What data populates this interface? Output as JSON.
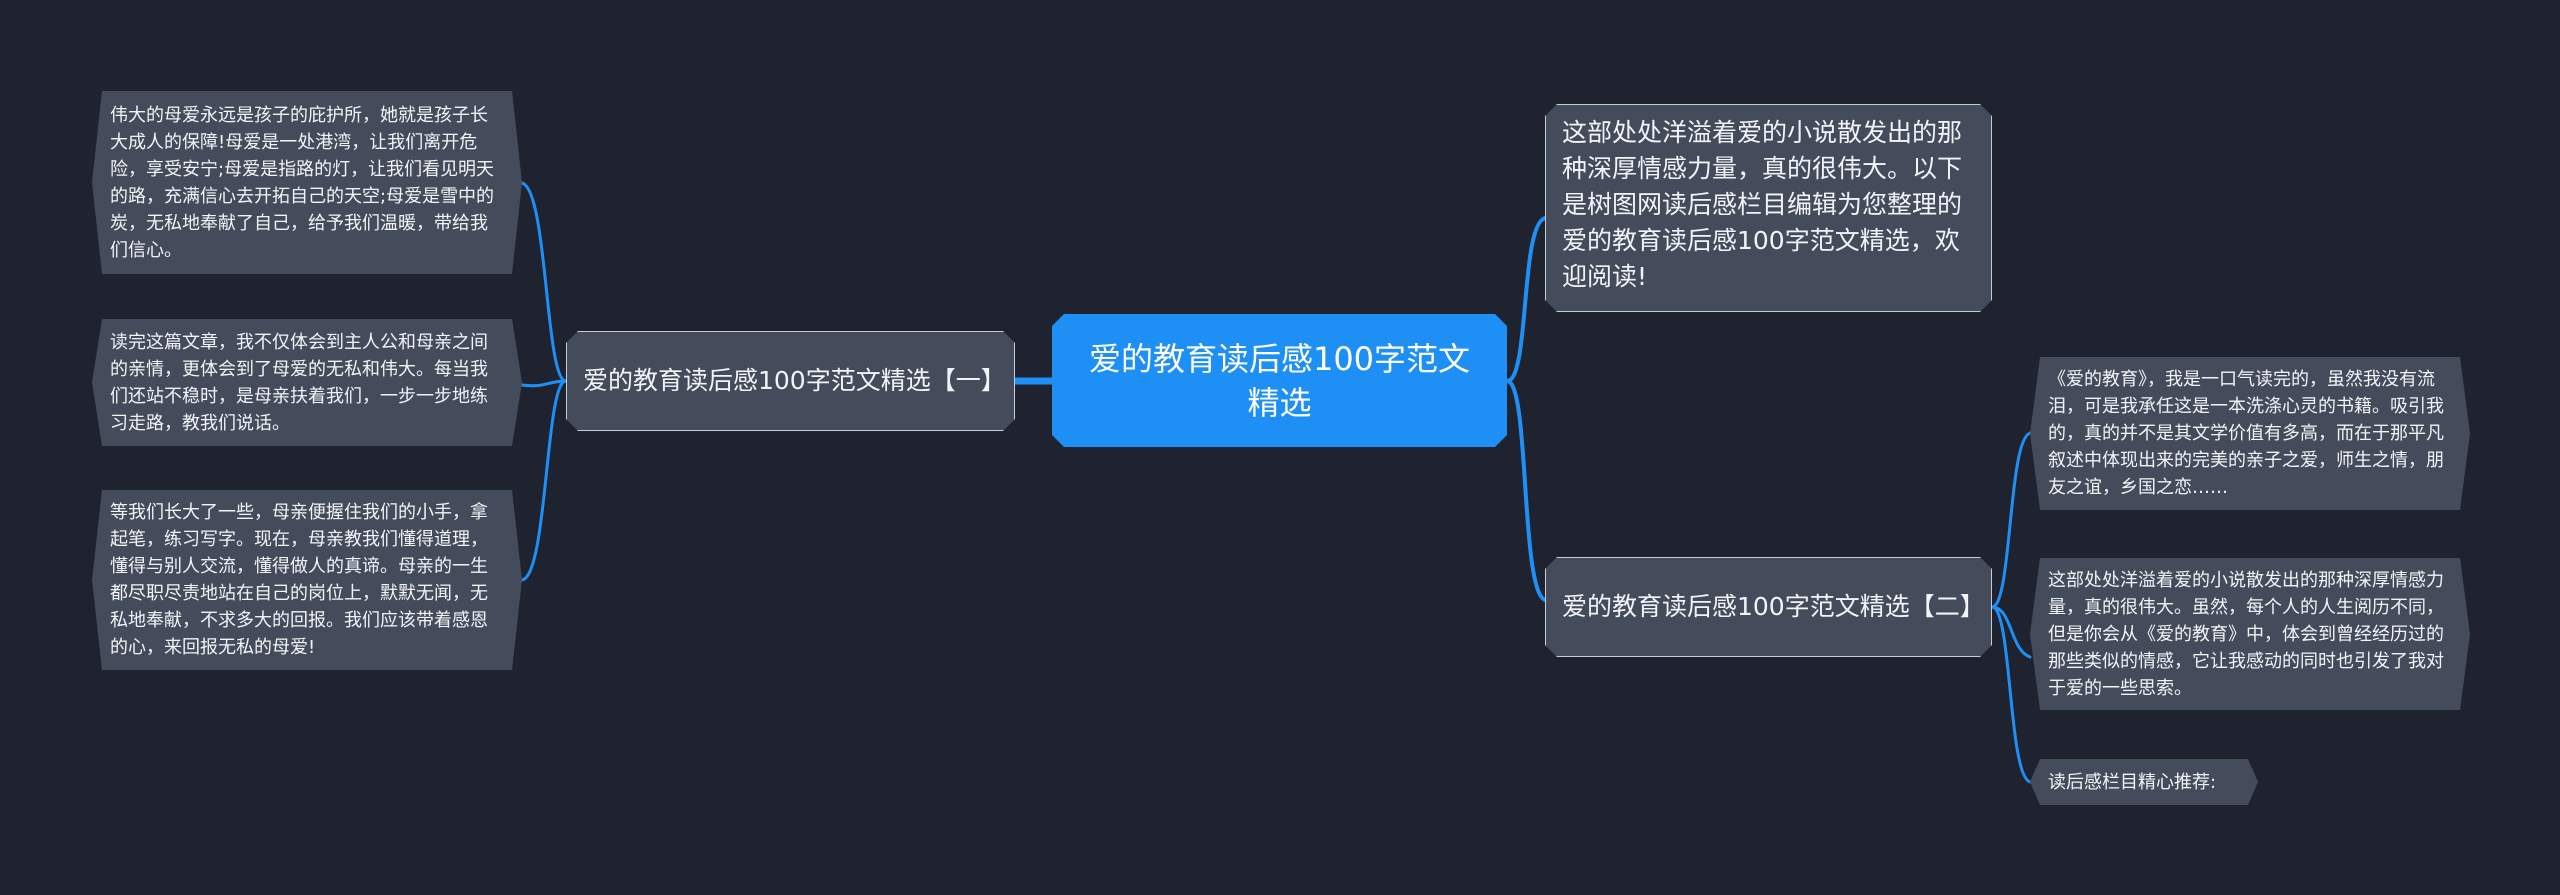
{
  "root": {
    "title": "爱的教育读后感100字范文精选"
  },
  "intro": {
    "text": "这部处处洋溢着爱的小说散发出的那种深厚情感力量，真的很伟大。以下是树图网读后感栏目编辑为您整理的爱的教育读后感100字范文精选，欢迎阅读!"
  },
  "left_branch": {
    "title": "爱的教育读后感100字范文精选【一】",
    "leaves": [
      {
        "text": "伟大的母爱永远是孩子的庇护所，她就是孩子长大成人的保障!母爱是一处港湾，让我们离开危险，享受安宁;母爱是指路的灯，让我们看见明天的路，充满信心去开拓自己的天空;母爱是雪中的炭，无私地奉献了自己，给予我们温暖，带给我们信心。"
      },
      {
        "text": "读完这篇文章，我不仅体会到主人公和母亲之间的亲情，更体会到了母爱的无私和伟大。每当我们还站不稳时，是母亲扶着我们，一步一步地练习走路，教我们说话。"
      },
      {
        "text": "等我们长大了一些，母亲便握住我们的小手，拿起笔，练习写字。现在，母亲教我们懂得道理，懂得与别人交流，懂得做人的真谛。母亲的一生都尽职尽责地站在自己的岗位上，默默无闻，无私地奉献，不求多大的回报。我们应该带着感恩的心，来回报无私的母爱!"
      }
    ]
  },
  "right_branch": {
    "title": "爱的教育读后感100字范文精选【二】",
    "leaves": [
      {
        "text": "《爱的教育》，我是一口气读完的，虽然我没有流泪，可是我承任这是一本洗涤心灵的书籍。吸引我的，真的并不是其文学价值有多高，而在于那平凡叙述中体现出来的完美的亲子之爱，师生之情，朋友之谊，乡国之恋……"
      },
      {
        "text": "这部处处洋溢着爱的小说散发出的那种深厚情感力量，真的很伟大。虽然，每个人的人生阅历不同，但是你会从《爱的教育》中，体会到曾经经历过的那些类似的情感，它让我感动的同时也引发了我对于爱的一些思索。"
      },
      {
        "text": "读后感栏目精心推荐:"
      }
    ]
  },
  "colors": {
    "background": "#1f2330",
    "root_fill": "#1e90f5",
    "node_fill": "#444b5b",
    "connector": "#1e90f5",
    "node_border": "#c8ccd6",
    "text": "#f2f4f7"
  }
}
